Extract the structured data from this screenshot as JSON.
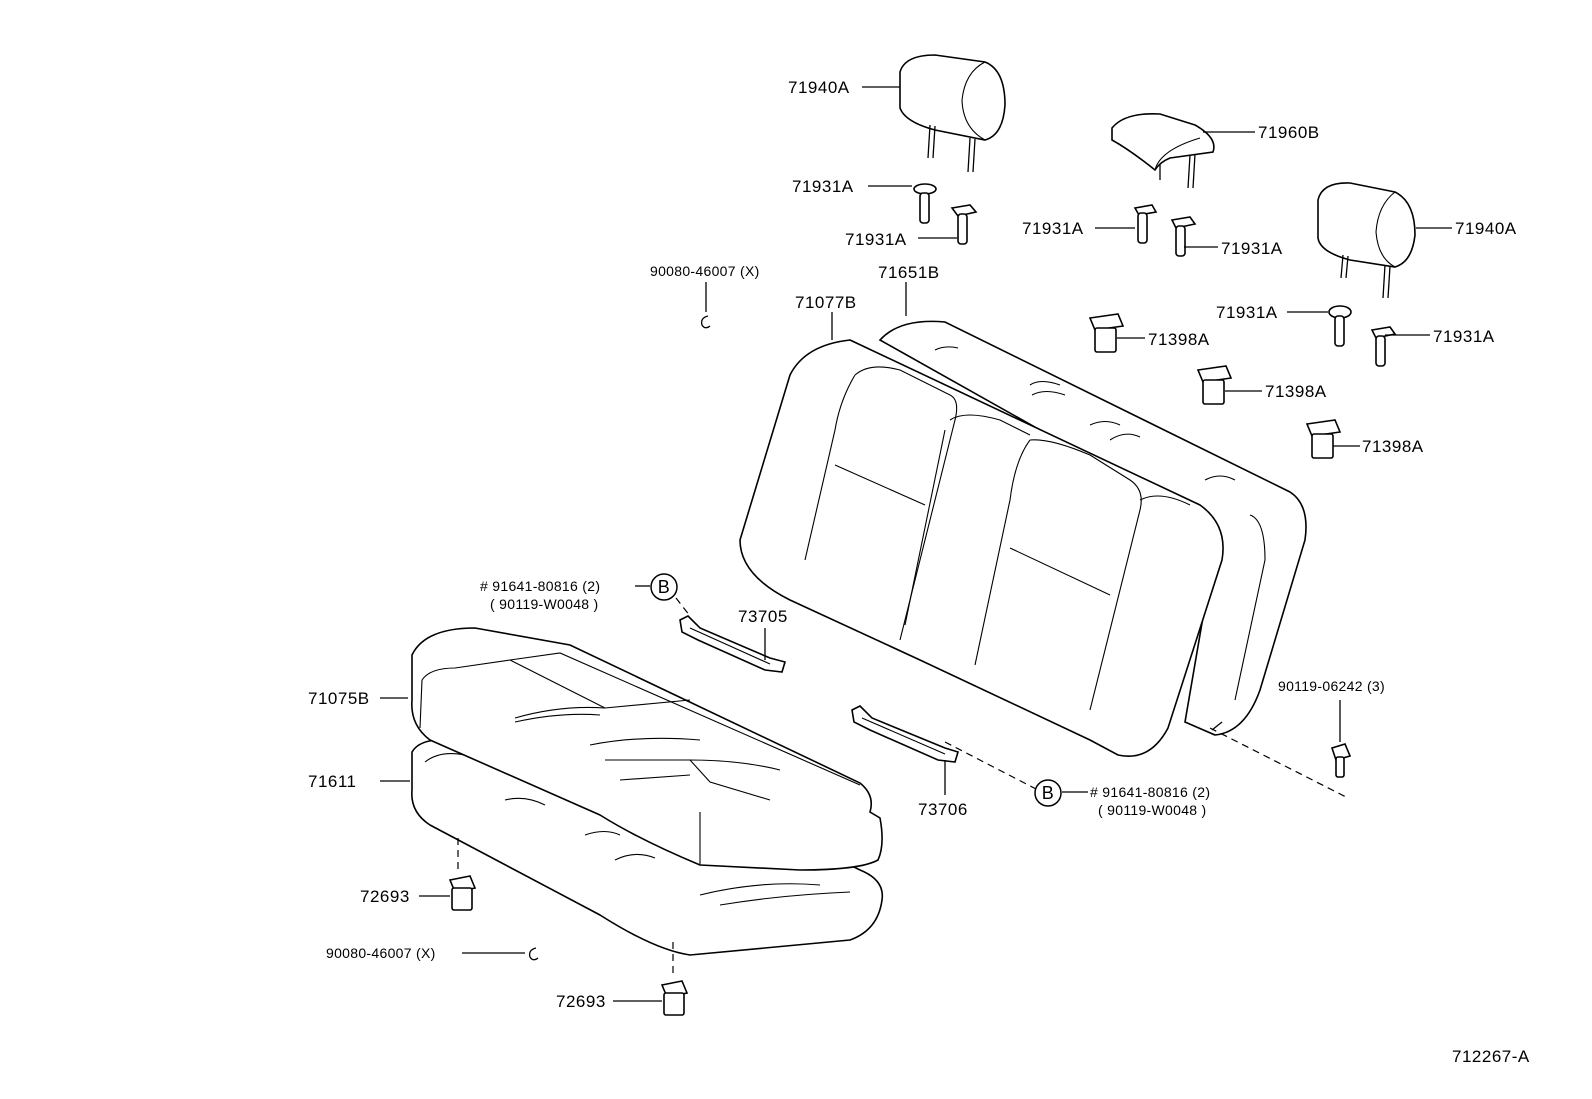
{
  "diagram": {
    "drawing_number": "712267-A",
    "callouts": {
      "headrest_left": "71940A",
      "headrest_center": "71960B",
      "headrest_right": "71940A",
      "support_l1": "71931A",
      "support_l2": "71931A",
      "support_c1": "71931A",
      "support_c2": "71931A",
      "support_r1": "71931A",
      "support_r2": "71931A",
      "holder_1": "71398A",
      "holder_2": "71398A",
      "holder_3": "71398A",
      "back_cover": "71077B",
      "back_pad": "71651B",
      "cushion_cover": "71075B",
      "cushion_pad": "71611",
      "belt_hook_left": "73705",
      "belt_hook_right": "73706",
      "clip_back": "90080-46007 (X)",
      "clip_cushion": "90080-46007 (X)",
      "bolt": "90119-06242 (3)",
      "fastener_1": "72693",
      "fastener_2": "72693",
      "ref_b_top_line1": "# 91641-80816 (2)",
      "ref_b_top_line2": "( 90119-W0048 )",
      "ref_b_bottom_line1": "# 91641-80816 (2)",
      "ref_b_bottom_line2": "( 90119-W0048 )",
      "circle_b_top": "B",
      "circle_b_bottom": "B"
    }
  }
}
